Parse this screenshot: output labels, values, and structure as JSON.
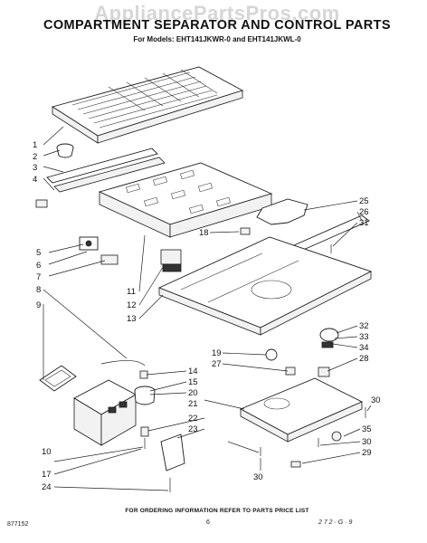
{
  "watermark": "AppliancePartsPros.com",
  "title": "COMPARTMENT SEPARATOR AND CONTROL PARTS",
  "models": "For Models: EHT141JKWR-0 and EHT141JKWL-0",
  "note": "FOR ORDERING INFORMATION REFER TO PARTS PRICE LIST",
  "footer": {
    "code": "877152",
    "page": "6",
    "date": "2 7 2 · G · 9"
  },
  "callouts": [
    "1",
    "2",
    "3",
    "4",
    "5",
    "6",
    "7",
    "8",
    "9",
    "10",
    "11",
    "12",
    "13",
    "14",
    "15",
    "17",
    "18",
    "19",
    "20",
    "21",
    "22",
    "23",
    "24",
    "25",
    "26",
    "27",
    "28",
    "29",
    "30",
    "31",
    "32",
    "33",
    "34",
    "35"
  ]
}
